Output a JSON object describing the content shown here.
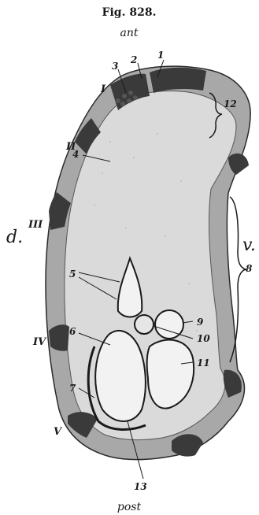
{
  "figure": {
    "title": "Fig. 828.",
    "top_label": "ant",
    "bottom_label": "post",
    "side_left": "d.",
    "side_right": "v.",
    "segment_labels": [
      "I",
      "II",
      "III",
      "IV",
      "V"
    ],
    "part_numbers": [
      "1",
      "2",
      "3",
      "4",
      "5",
      "6",
      "7",
      "8",
      "9",
      "10",
      "11",
      "12",
      "13"
    ]
  },
  "colors": {
    "background": "#ffffff",
    "ink": "#1a1a1a",
    "outer_band": "#a8a8a8",
    "inner_fill": "#dadada",
    "dark_patch": "#3a3a3a",
    "cell_fill": "#f2f2f2"
  }
}
